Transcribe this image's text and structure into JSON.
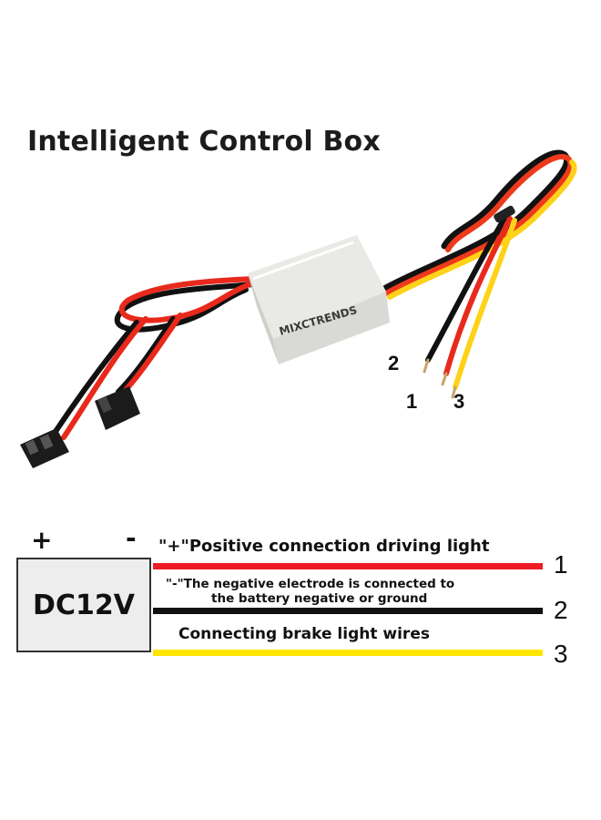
{
  "title": "Intelligent Control Box",
  "product": {
    "brand_label": "MIXCTRENDS",
    "wire_labels": [
      "2",
      "1",
      "3"
    ]
  },
  "diagram": {
    "plus_sign": "+",
    "minus_sign": "-",
    "power_label": "DC12V",
    "wires": [
      {
        "number": "1",
        "color": "#ee1c24",
        "label": "\"+\"Positive connection driving light"
      },
      {
        "number": "2",
        "color": "#111111",
        "label_line1": "\"-\"The negative electrode is connected to",
        "label_line2": "the battery negative or ground"
      },
      {
        "number": "3",
        "color": "#ffe600",
        "label": "Connecting brake light wires"
      }
    ]
  },
  "colors": {
    "red": "#ee1c24",
    "black": "#111111",
    "yellow": "#ffe600",
    "box_white": "#f2f2f0"
  }
}
